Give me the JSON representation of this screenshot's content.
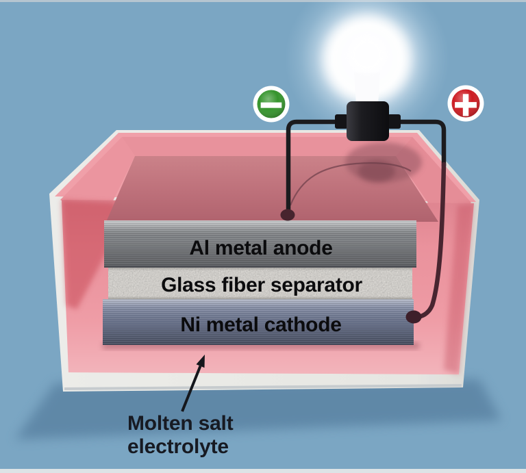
{
  "diagram": {
    "terminals": {
      "negative": {
        "symbol": "−",
        "color": "#35942c"
      },
      "positive": {
        "symbol": "+",
        "color": "#cd1c23"
      }
    },
    "layers": [
      {
        "label": "Al metal anode",
        "color": "#85888c"
      },
      {
        "label": "Glass fiber separator",
        "color": "#ebe8e3"
      },
      {
        "label": "Ni metal cathode",
        "color": "#707a96"
      }
    ],
    "annotation": {
      "line1": "Molten salt",
      "line2": "electrolyte"
    },
    "colors": {
      "background": "#7ba6c3",
      "electrolyte": "#ee97a1",
      "tank_wall": "#f3f3f1",
      "wire": "#1b1b1e"
    }
  }
}
